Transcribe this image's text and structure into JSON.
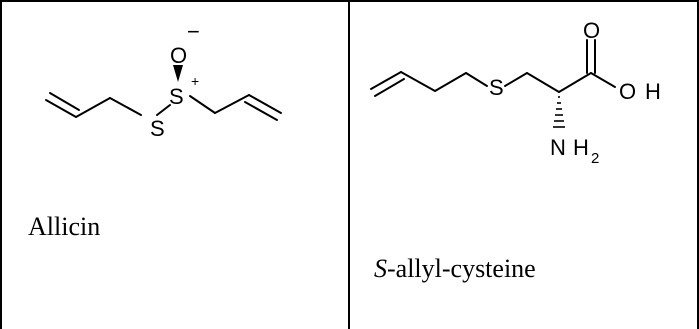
{
  "molecules": [
    {
      "name": "Allicin",
      "atoms": {
        "s1": "S",
        "s2": "S",
        "oxygen": "O",
        "charge_plus": "+",
        "charge_minus": "−"
      }
    },
    {
      "name_prefix": "S",
      "name_suffix": "-allyl-cysteine",
      "atoms": {
        "s": "S",
        "oxygen": "O",
        "oh_o": "O",
        "oh_h": "H",
        "nh_n": "N",
        "nh_h": "H",
        "nh_sub": "2"
      }
    }
  ],
  "colors": {
    "ink": "#000000",
    "border": "#000000",
    "background": "#ffffff"
  }
}
